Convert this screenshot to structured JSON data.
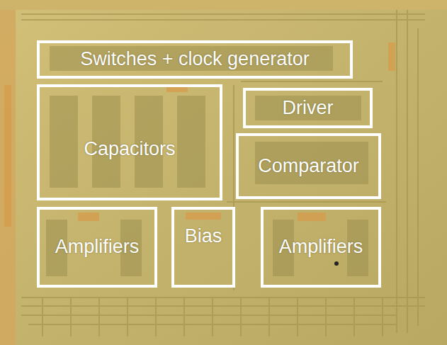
{
  "diagram": {
    "nodes": [
      {
        "text": [
          "Switches + clock generator"
        ]
      },
      {
        "text": [
          "Capacitors"
        ]
      },
      {
        "text": [
          "Driver"
        ]
      },
      {
        "text": [
          "Comparator"
        ]
      },
      {
        "text": [
          "Amplifiers"
        ]
      },
      {
        "text": [
          "Bias"
        ]
      },
      {
        "text": [
          "Amplifiers"
        ]
      }
    ]
  }
}
